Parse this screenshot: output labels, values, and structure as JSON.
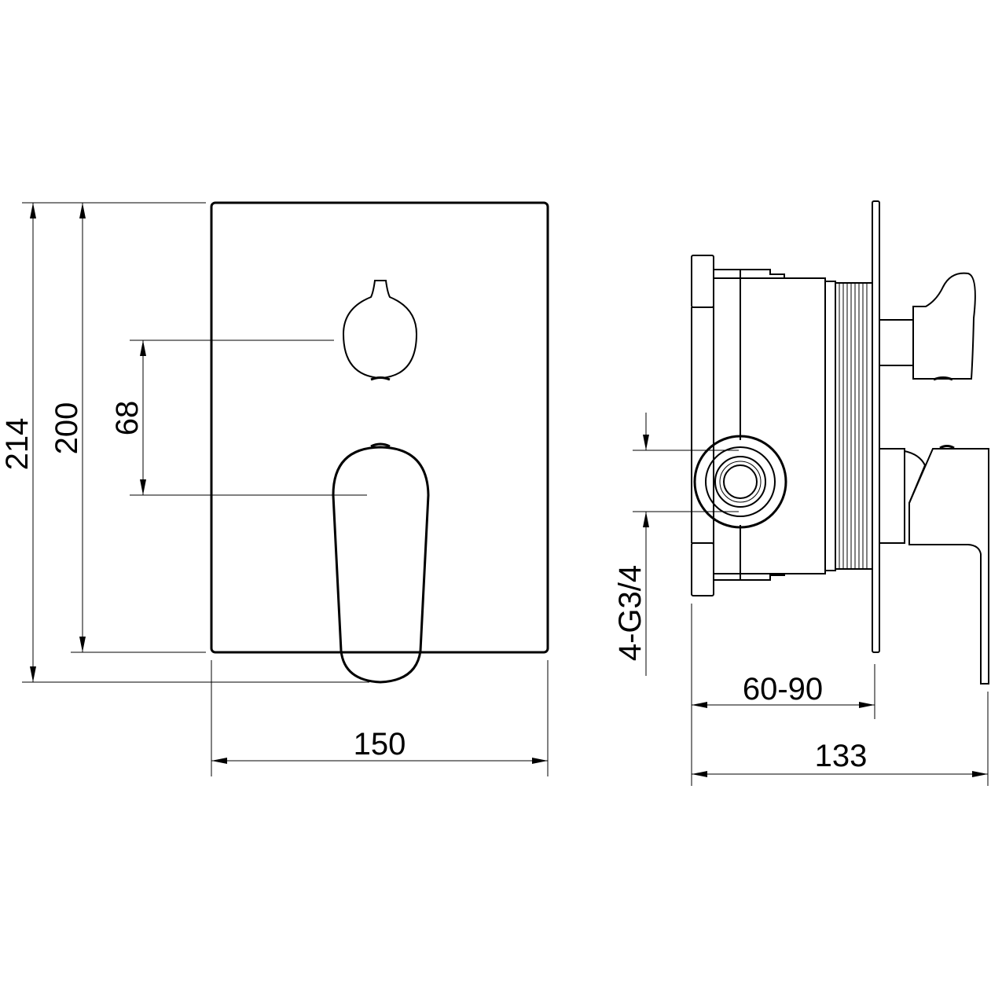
{
  "drawing": {
    "front_view": {
      "dimensions": {
        "overall_height": "214",
        "plate_height": "200",
        "handle_spacing": "68",
        "plate_width": "150"
      }
    },
    "side_view": {
      "dimensions": {
        "connection": "4-G3/4",
        "installation_depth": "60-90",
        "overall_depth": "133"
      }
    },
    "line_color": "#000000",
    "background_color": "#ffffff"
  }
}
